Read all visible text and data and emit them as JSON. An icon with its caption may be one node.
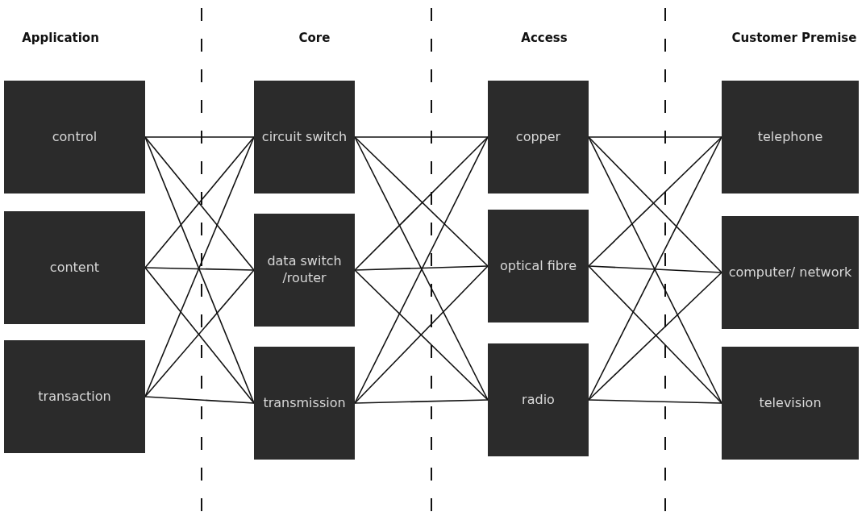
{
  "diagram": {
    "nodes": [
      {
        "text": [
          "control"
        ]
      },
      {
        "text": [
          "circuit switch"
        ]
      },
      {
        "text": [
          "copper"
        ]
      },
      {
        "text": [
          "telephone"
        ]
      },
      {
        "text": [
          "content"
        ]
      },
      {
        "text": [
          "data switch /router"
        ]
      },
      {
        "text": [
          "optical fibre"
        ]
      },
      {
        "text": [
          "computer/ network"
        ]
      },
      {
        "text": [
          "transaction"
        ]
      },
      {
        "text": [
          "transmission"
        ]
      },
      {
        "text": [
          "radio"
        ]
      },
      {
        "text": [
          "television"
        ]
      }
    ],
    "edges": [
      {
        "from": 0,
        "to": 1,
        "arrow": "none"
      },
      {
        "from": 0,
        "to": 5,
        "arrow": "none"
      },
      {
        "from": 0,
        "to": 9,
        "arrow": "none"
      },
      {
        "from": 4,
        "to": 1,
        "arrow": "none"
      },
      {
        "from": 4,
        "to": 5,
        "arrow": "none"
      },
      {
        "from": 4,
        "to": 9,
        "arrow": "none"
      },
      {
        "from": 8,
        "to": 1,
        "arrow": "none"
      },
      {
        "from": 8,
        "to": 5,
        "arrow": "none"
      },
      {
        "from": 8,
        "to": 9,
        "arrow": "none"
      },
      {
        "from": 1,
        "to": 2,
        "arrow": "none"
      },
      {
        "from": 1,
        "to": 6,
        "arrow": "none"
      },
      {
        "from": 1,
        "to": 10,
        "arrow": "none"
      },
      {
        "from": 5,
        "to": 2,
        "arrow": "none"
      },
      {
        "from": 5,
        "to": 6,
        "arrow": "none"
      },
      {
        "from": 5,
        "to": 10,
        "arrow": "none"
      },
      {
        "from": 9,
        "to": 2,
        "arrow": "none"
      },
      {
        "from": 9,
        "to": 6,
        "arrow": "none"
      },
      {
        "from": 9,
        "to": 10,
        "arrow": "none"
      },
      {
        "from": 2,
        "to": 3,
        "arrow": "none"
      },
      {
        "from": 2,
        "to": 7,
        "arrow": "none"
      },
      {
        "from": 2,
        "to": 11,
        "arrow": "none"
      },
      {
        "from": 6,
        "to": 3,
        "arrow": "none"
      },
      {
        "from": 6,
        "to": 7,
        "arrow": "none"
      },
      {
        "from": 6,
        "to": 11,
        "arrow": "none"
      },
      {
        "from": 10,
        "to": 3,
        "arrow": "none"
      },
      {
        "from": 10,
        "to": 7,
        "arrow": "none"
      },
      {
        "from": 10,
        "to": 11,
        "arrow": "none"
      }
    ],
    "labels": [
      "Application",
      "Core",
      "Access",
      "Customer Premise"
    ]
  }
}
